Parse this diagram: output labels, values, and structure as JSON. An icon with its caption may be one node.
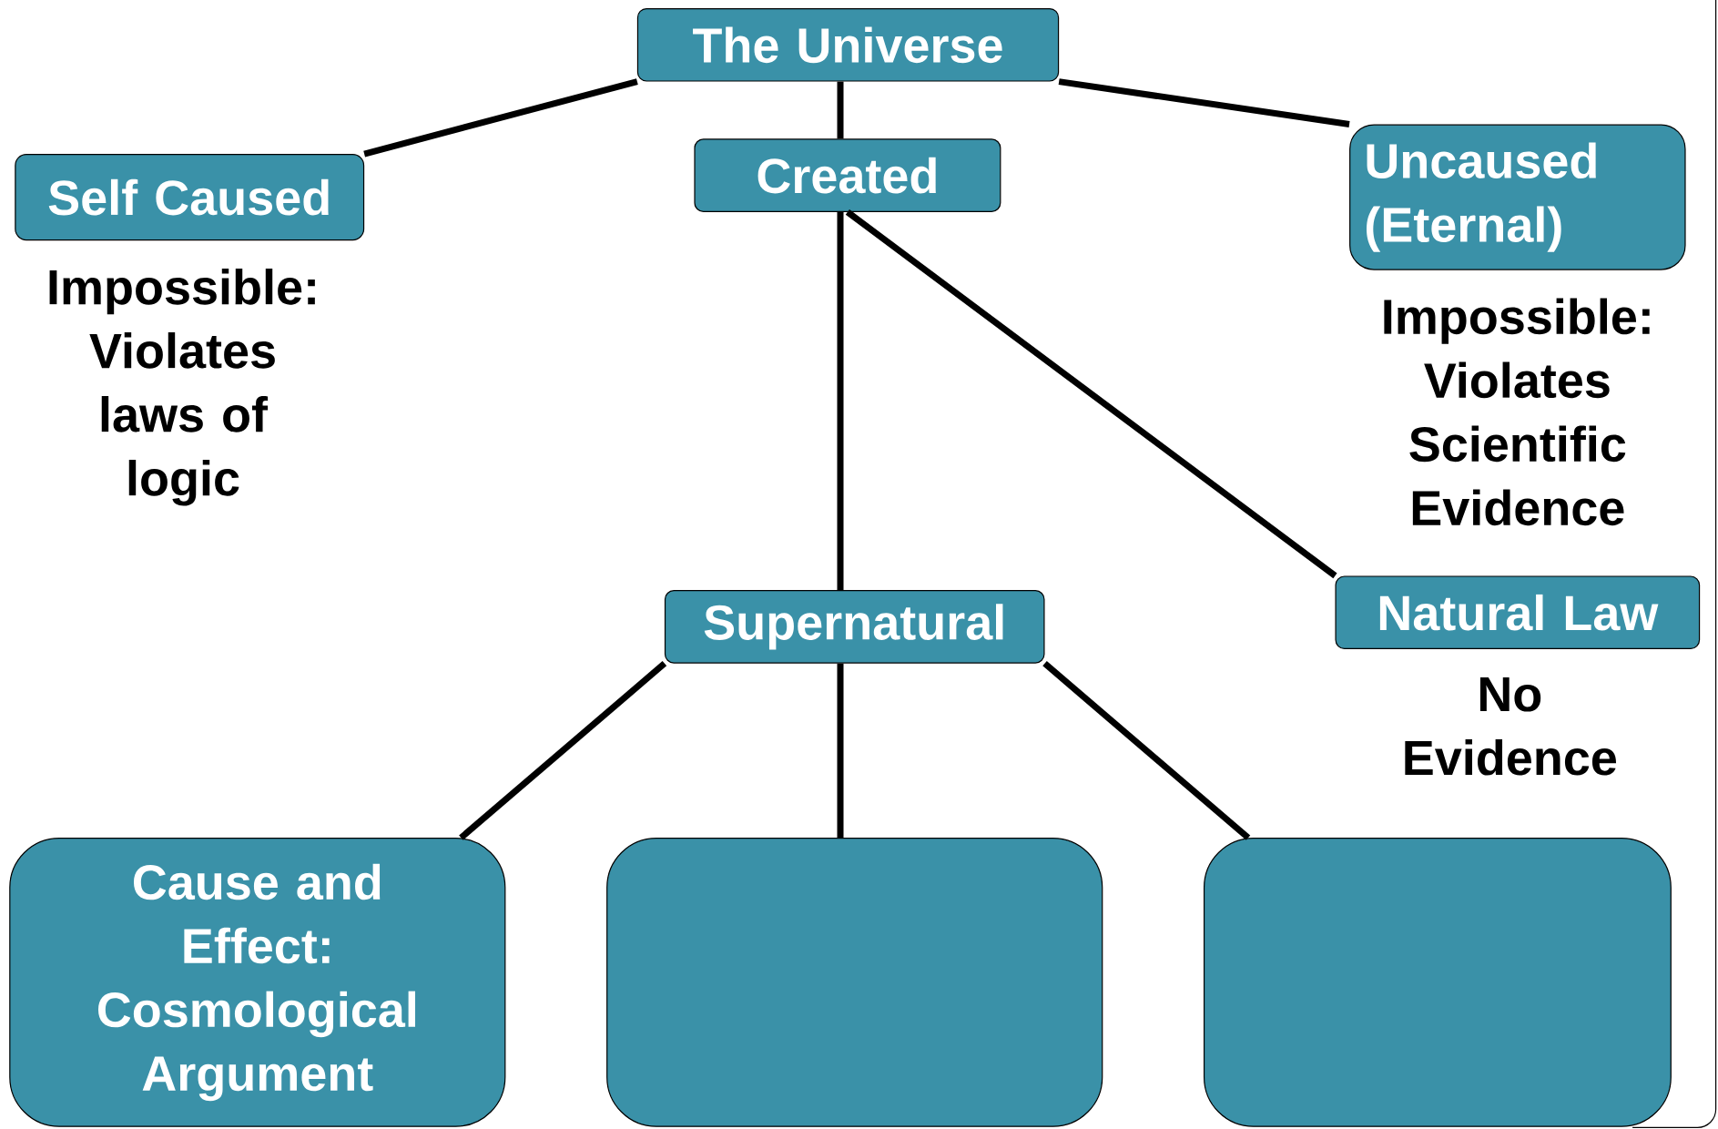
{
  "diagram": {
    "nodes": [
      {
        "text": [
          "The Universe"
        ]
      },
      {
        "text": [
          "Self Caused"
        ],
        "beside": [
          "Impossible: Violates laws of logic"
        ]
      },
      {
        "text": [
          "Created"
        ]
      },
      {
        "text": [
          "Uncaused (Eternal)"
        ],
        "beside": [
          "Impossible: Violates Scientific Evidence"
        ]
      },
      {
        "text": [
          "Supernatural"
        ]
      },
      {
        "text": [
          "Natural Law"
        ],
        "beside": [
          "No Evidence"
        ]
      },
      {
        "text": [
          "Cause and Effect: Cosmological Argument"
        ]
      },
      {
        "text": [],
        "shape": "box"
      },
      {
        "text": [],
        "shape": "box"
      }
    ],
    "edges": [
      {
        "from": 0,
        "to": 1,
        "arrow": "none"
      },
      {
        "from": 0,
        "to": 2,
        "arrow": "none"
      },
      {
        "from": 0,
        "to": 3,
        "arrow": "none"
      },
      {
        "from": 2,
        "to": 4,
        "arrow": "none"
      },
      {
        "from": 2,
        "to": 5,
        "arrow": "none"
      },
      {
        "from": 4,
        "to": 6,
        "arrow": "none"
      },
      {
        "from": 4,
        "to": 7,
        "arrow": "none"
      },
      {
        "from": 4,
        "to": 8,
        "arrow": "none"
      }
    ]
  }
}
